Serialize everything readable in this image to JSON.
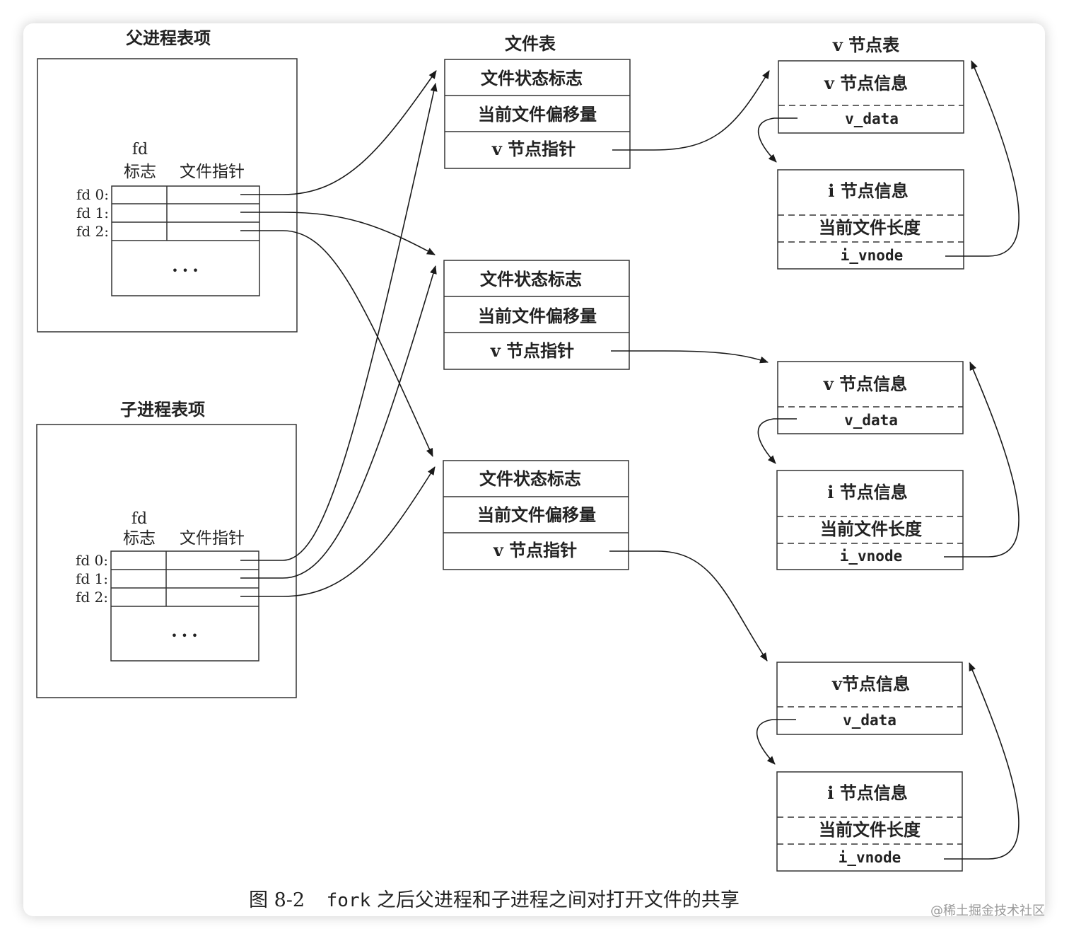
{
  "parent": {
    "title": "父进程表项",
    "fd_header": "fd",
    "flags_header": "标志",
    "ptr_header": "文件指针",
    "rows": [
      "fd 0:",
      "fd 1:",
      "fd 2:"
    ],
    "ellipsis": "• • •"
  },
  "child": {
    "title": "子进程表项",
    "fd_header": "fd",
    "flags_header": "标志",
    "ptr_header": "文件指针",
    "rows": [
      "fd 0:",
      "fd 1:",
      "fd 2:"
    ],
    "ellipsis": "• • •"
  },
  "file_table": {
    "title": "文件表",
    "entries": [
      {
        "status": "文件状态标志",
        "offset": "当前文件偏移量",
        "vptr": "v 节点指针"
      },
      {
        "status": "文件状态标志",
        "offset": "当前文件偏移量",
        "vptr": "v 节点指针"
      },
      {
        "status": "文件状态标志",
        "offset": "当前文件偏移量",
        "vptr": "v 节点指针"
      }
    ]
  },
  "vnode_table": {
    "title": "v 节点表",
    "entries": [
      {
        "vinfo": "v 节点信息",
        "vdata": "v_data",
        "iinfo": "i 节点信息",
        "length": "当前文件长度",
        "ivnode": "i_vnode"
      },
      {
        "vinfo": "v 节点信息",
        "vdata": "v_data",
        "iinfo": "i 节点信息",
        "length": "当前文件长度",
        "ivnode": "i_vnode"
      },
      {
        "vinfo": "v节点信息",
        "vdata": "v_data",
        "iinfo": "i 节点信息",
        "length": "当前文件长度",
        "ivnode": "i_vnode"
      }
    ]
  },
  "caption": {
    "figure": "图 8-2",
    "code": "fork",
    "text": "之后父进程和子进程之间对打开文件的共享"
  },
  "watermark": "@稀土掘金技术社区"
}
